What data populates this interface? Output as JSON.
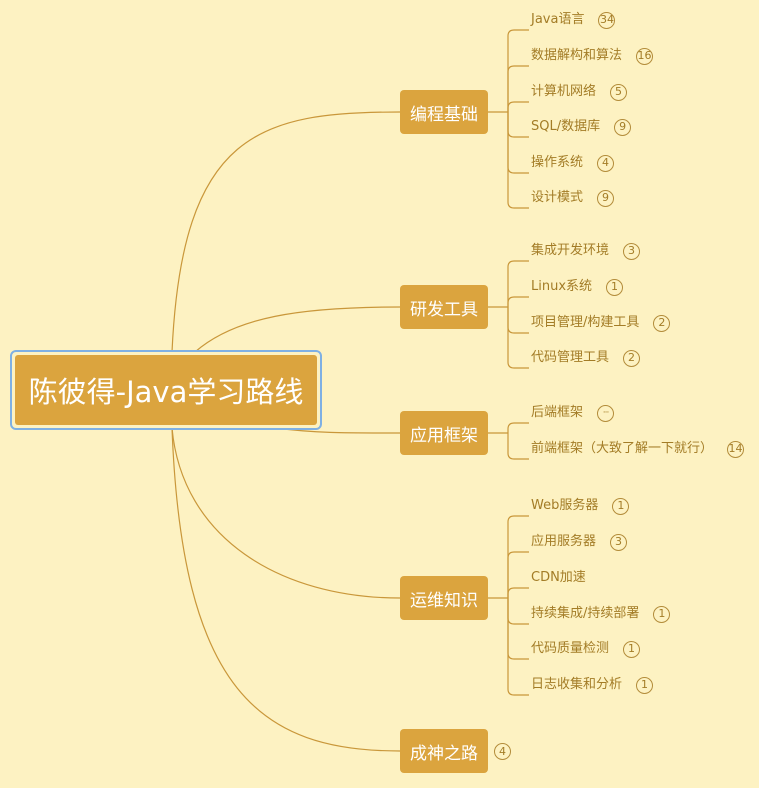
{
  "root": {
    "label": "陈彼得-Java学习路线"
  },
  "branches": [
    {
      "label": "编程基础",
      "children": [
        {
          "label": "Java语言",
          "badge": "34"
        },
        {
          "label": "数据解构和算法",
          "badge": "16"
        },
        {
          "label": "计算机网络",
          "badge": "5"
        },
        {
          "label": "SQL/数据库",
          "badge": "9"
        },
        {
          "label": "操作系统",
          "badge": "4"
        },
        {
          "label": "设计模式",
          "badge": "9"
        }
      ]
    },
    {
      "label": "研发工具",
      "children": [
        {
          "label": "集成开发环境",
          "badge": "3"
        },
        {
          "label": "Linux系统",
          "badge": "1"
        },
        {
          "label": "项目管理/构建工具",
          "badge": "2"
        },
        {
          "label": "代码管理工具",
          "badge": "2"
        }
      ]
    },
    {
      "label": "应用框架",
      "children": [
        {
          "label": "后端框架",
          "badge": "···"
        },
        {
          "label": "前端框架（大致了解一下就行）",
          "badge": "14"
        }
      ]
    },
    {
      "label": "运维知识",
      "children": [
        {
          "label": "Web服务器",
          "badge": "1"
        },
        {
          "label": "应用服务器",
          "badge": "3"
        },
        {
          "label": "CDN加速",
          "badge": ""
        },
        {
          "label": "持续集成/持续部署",
          "badge": "1"
        },
        {
          "label": "代码质量检测",
          "badge": "1"
        },
        {
          "label": "日志收集和分析",
          "badge": "1"
        }
      ]
    },
    {
      "label": "成神之路",
      "badge": "4",
      "children": []
    }
  ],
  "colors": {
    "background": "#fdf2c2",
    "node_fill": "#dba43e",
    "line": "#c9973a",
    "leaf_text": "#a37c26",
    "root_border": "#7fb0e3"
  }
}
